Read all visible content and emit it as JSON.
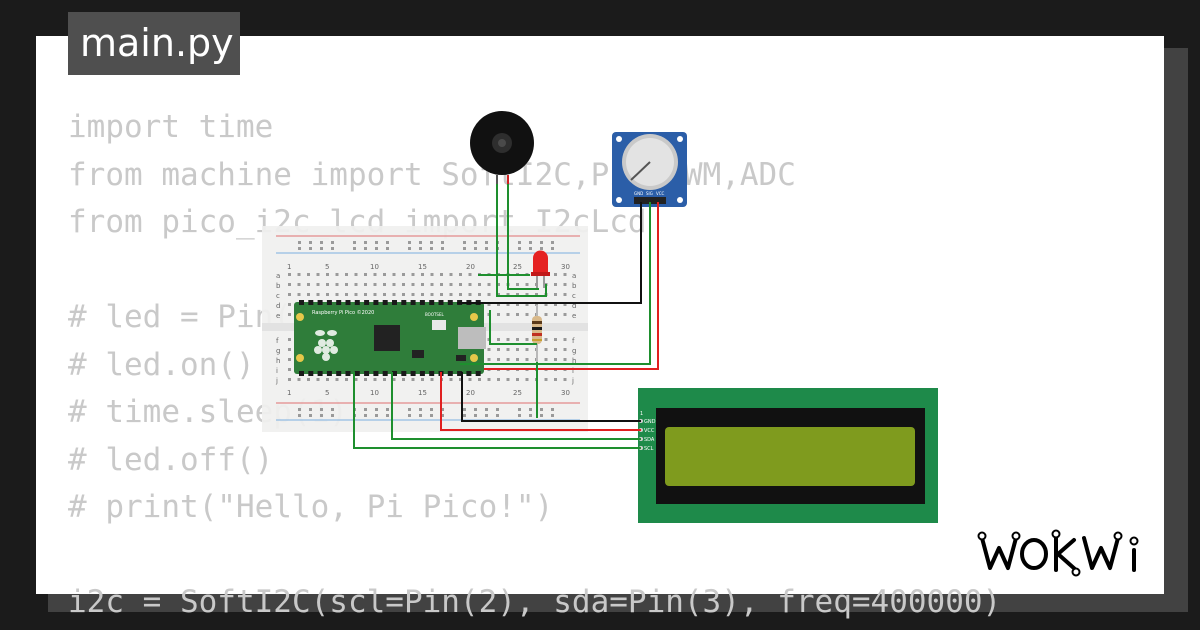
{
  "file_tab": {
    "label": "main.py"
  },
  "code_lines": [
    "import time",
    "from machine import SoftI2C,Pin,PWM,ADC",
    "from pico_i2c_lcd import I2cLcd",
    "",
    "# led = Pin(0, Pin.OUT)",
    "# led.on()",
    "# time.sleep(1)",
    "# led.off()",
    "# print(\"Hello, Pi Pico!\")",
    "",
    "i2c = SoftI2C(scl=Pin(2), sda=Pin(3), freq=400000)"
  ],
  "breadboard": {
    "column_numbers": [
      "1",
      "5",
      "10",
      "15",
      "20",
      "25",
      "30"
    ],
    "row_letters_top": [
      "a",
      "b",
      "c",
      "d",
      "e"
    ],
    "row_letters_bottom": [
      "f",
      "g",
      "h",
      "i",
      "j"
    ]
  },
  "pico": {
    "label": "Raspberry Pi Pico ©2020",
    "bootsel": "BOOTSEL"
  },
  "potentiometer": {
    "pins": [
      "GND",
      "SIG",
      "VCC"
    ]
  },
  "lcd": {
    "pin_index": "1",
    "pins": [
      "GND",
      "VCC",
      "SDA",
      "SCL"
    ]
  },
  "brand": {
    "name": "WOKWI"
  },
  "colors": {
    "lcd_board": "#1e8a4a",
    "lcd_screen": "#7f9b1e",
    "pico_board": "#2f7d3a",
    "pot_board": "#2b5ea8",
    "wire_green": "#1e8f2e",
    "wire_red": "#e02020",
    "wire_black": "#111111"
  },
  "icons": [
    "raspberry-logo-icon",
    "buzzer-icon",
    "led-icon",
    "resistor-icon",
    "potentiometer-icon"
  ]
}
